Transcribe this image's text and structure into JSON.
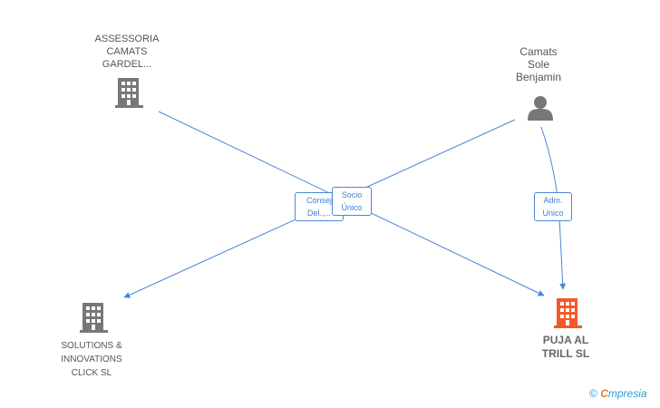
{
  "nodes": {
    "assessoria": {
      "label_lines": [
        "ASSESSORIA",
        "CAMATS",
        "GARDEL..."
      ],
      "type": "company",
      "color": "#777777"
    },
    "camats": {
      "label_lines": [
        "Camats",
        "Sole",
        "Benjamin"
      ],
      "type": "person",
      "color": "#777777"
    },
    "solutions": {
      "label_lines": [
        "SOLUTIONS &",
        "INNOVATIONS",
        "CLICK SL"
      ],
      "type": "company",
      "color": "#777777"
    },
    "puja": {
      "label_lines": [
        "PUJA AL",
        "TRILL SL"
      ],
      "type": "company",
      "color": "#f2592a"
    }
  },
  "edges": {
    "consej": {
      "lines": [
        "Consej",
        "Del.,..."
      ]
    },
    "socio": {
      "lines": [
        "Socio",
        "Único"
      ]
    },
    "adm": {
      "lines": [
        "Adm.",
        "Unico"
      ]
    }
  },
  "colors": {
    "edge": "#4a86d8",
    "company": "#777777",
    "focus": "#f2592a"
  },
  "watermark": {
    "symbol": "©",
    "brand_initial": "C",
    "brand_rest": "mpresia"
  }
}
